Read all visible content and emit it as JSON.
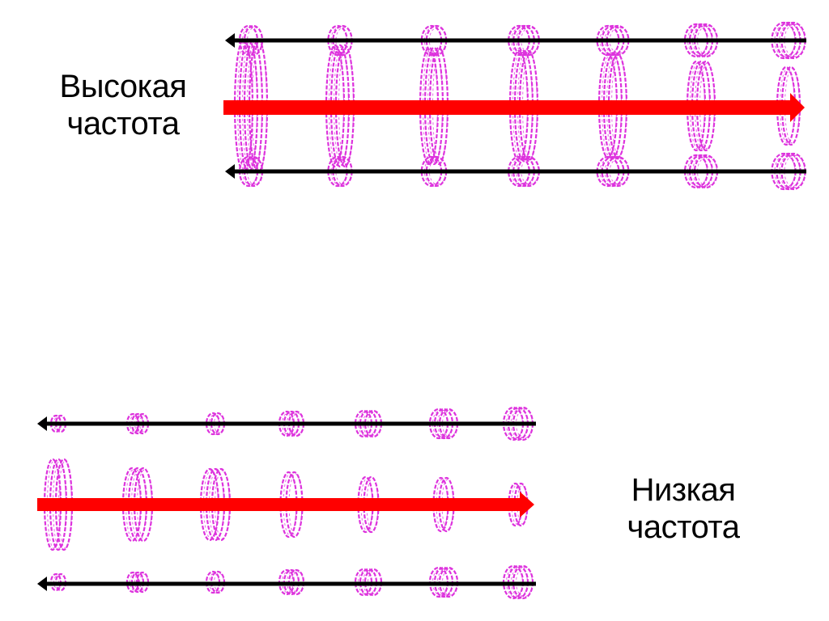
{
  "labels": {
    "high": {
      "line1": "Высокая",
      "line2": "частота"
    },
    "low": {
      "line1": "Низкая",
      "line2": "частота"
    }
  },
  "colors": {
    "background": "#ffffff",
    "black_line": "#000000",
    "red_arrow": "#ff0000",
    "coil": "#dd33dd"
  },
  "panels": {
    "high": {
      "black_arrow_direction": "left",
      "red_arrow_direction": "right",
      "coil_count_per_row": 7
    },
    "low": {
      "black_arrow_direction": "left",
      "red_arrow_direction": "right",
      "coil_count_per_row": 7
    }
  }
}
